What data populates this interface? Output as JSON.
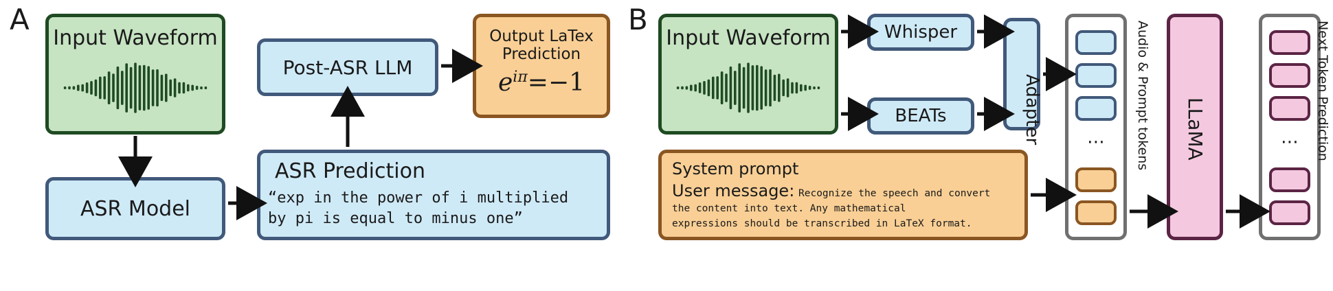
{
  "panel_a": {
    "label": "A",
    "input_waveform": "Input Waveform",
    "asr_model": "ASR Model",
    "asr_prediction_title": "ASR Prediction",
    "asr_prediction_line1": "“exp in the power of i multiplied",
    "asr_prediction_line2": "by pi is equal to minus one”",
    "post_asr_llm": "Post-ASR LLM",
    "output_title_line1": "Output LaTex",
    "output_title_line2": "Prediction",
    "formula": {
      "base": "e",
      "exponent": "iπ",
      "rhs": "=−1"
    }
  },
  "panel_b": {
    "label": "B",
    "input_waveform": "Input Waveform",
    "whisper": "Whisper",
    "beats": "BEATs",
    "adapter": "Adapter",
    "system_prompt": "System prompt",
    "user_message_label": "User message:",
    "user_message_line1": "Recognize the speech and convert",
    "user_message_line2": "the content into text. Any mathematical",
    "user_message_line3": "expressions should be transcribed in LaTeX format.",
    "input_tokens_caption": "Audio & Prompt tokens",
    "llama": "LLaMA",
    "output_tokens_caption": "Next Token Prediction",
    "ellipsis": "⋯"
  }
}
